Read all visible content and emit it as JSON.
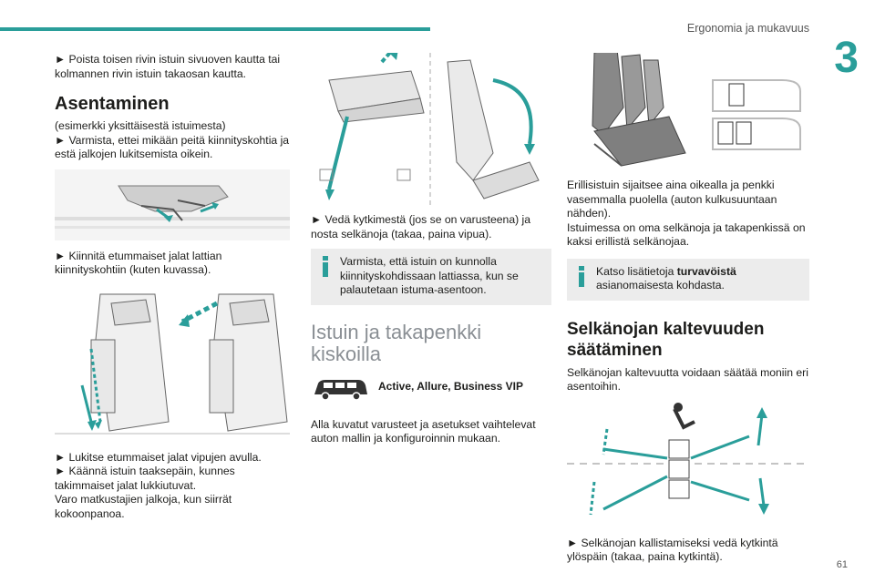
{
  "header": {
    "title": "Ergonomia ja mukavuus",
    "chapter": "3",
    "page_number": "61"
  },
  "col1": {
    "intro": "► Poista toisen rivin istuin sivuoven kautta tai kolmannen rivin istuin takaosan kautta.",
    "heading": "Asentaminen",
    "sub": "(esimerkki yksittäisestä istuimesta)",
    "step1": "► Varmista, ettei mikään peitä kiinnityskohtia ja estä jalkojen lukitsemista oikein.",
    "step2": "► Kiinnitä etummaiset jalat lattian kiinnityskohtiin (kuten kuvassa).",
    "step3": "► Lukitse etummaiset jalat vipujen avulla.",
    "step4": "► Käännä istuin taaksepäin, kunnes takimmaiset jalat lukkiutuvat.",
    "step5": "Varo matkustajien jalkoja, kun siirrät kokoonpanoa."
  },
  "col2": {
    "step1": "► Vedä kytkimestä (jos se on varusteena) ja nosta selkänoja (takaa, paina vipua).",
    "info": "Varmista, että istuin on kunnolla kiinnityskohdissaan lattiassa, kun se palautetaan istuma-asentoon.",
    "heading": "Istuin ja takapenkki kiskoilla",
    "badge": "Active, Allure, Business VIP",
    "body": "Alla kuvatut varusteet ja asetukset vaihtelevat auton mallin ja konfiguroinnin mukaan."
  },
  "col3": {
    "p1": "Erillisistuin sijaitsee aina oikealla ja penkki vasemmalla puolella (auton kulkusuuntaan nähden).",
    "p2": "Istuimessa on oma selkänoja ja takapenkissä on kaksi erillistä selkänojaa.",
    "info_prefix": "Katso lisätietoja ",
    "info_bold": "turvavöistä",
    "info_suffix": " asianomaisesta kohdasta.",
    "heading": "Selkänojan kaltevuuden säätäminen",
    "body": "Selkänojan kaltevuutta voidaan säätää moniin eri asentoihin.",
    "step1": "► Selkänojan kallistamiseksi vedä kytkintä ylöspäin (takaa, paina kytkintä)."
  },
  "colors": {
    "accent": "#2a9e9a",
    "info_bg": "#ececec"
  }
}
